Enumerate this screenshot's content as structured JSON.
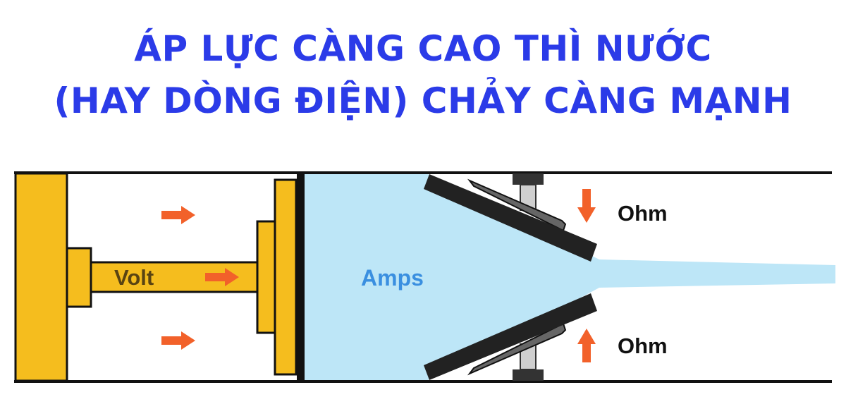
{
  "title": {
    "line1": "ÁP LỰC CÀNG CAO THÌ NƯỚC",
    "line2": "(HAY DÒNG ĐIỆN) CHẢY CÀNG MẠNH",
    "color": "#2b3be8"
  },
  "diagram": {
    "labels": {
      "volt": "Volt",
      "amps": "Amps",
      "ohm_top": "Ohm",
      "ohm_bottom": "Ohm"
    },
    "colors": {
      "piston": "#f5bd1e",
      "water": "#bde6f7",
      "arrow": "#f2612a",
      "outline": "#111111",
      "amps_text": "#3a8fe0",
      "volt_text": "#5a4412"
    },
    "icons": [
      "arrow-right-icon",
      "arrow-down-icon",
      "arrow-up-icon"
    ]
  }
}
